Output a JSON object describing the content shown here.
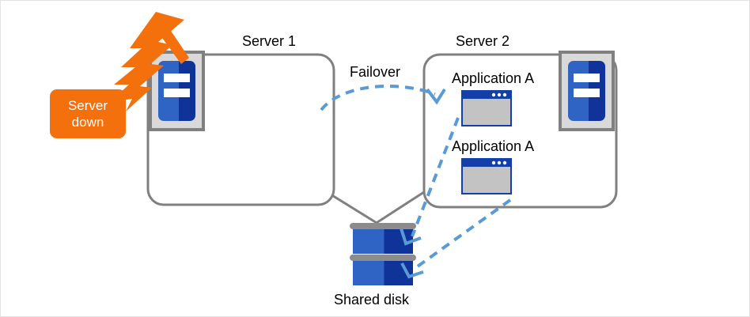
{
  "diagram": {
    "title_server1": "Server 1",
    "title_server2": "Server 2",
    "failover_label": "Failover",
    "shared_disk_label": "Shared disk",
    "server_down": {
      "line1": "Server",
      "line2": "down"
    },
    "applications": [
      {
        "label": "Application A"
      },
      {
        "label": "Application A"
      }
    ],
    "colors": {
      "box_border": "#808080",
      "box_fill": "#ffffff",
      "alert_orange": "#F4700C",
      "arrow_blue": "#5B9BD5",
      "icon_blue_light": "#2F63C4",
      "icon_blue_dark": "#103399",
      "icon_frame_fill": "#D9D9D9",
      "icon_frame_border": "#808080",
      "app_titlebar": "#123FA8",
      "app_body": "#C3C3C3",
      "disk_gray_bar": "#8C8C8C",
      "text": "#000000",
      "canvas_border": "#E3E3E3"
    }
  }
}
